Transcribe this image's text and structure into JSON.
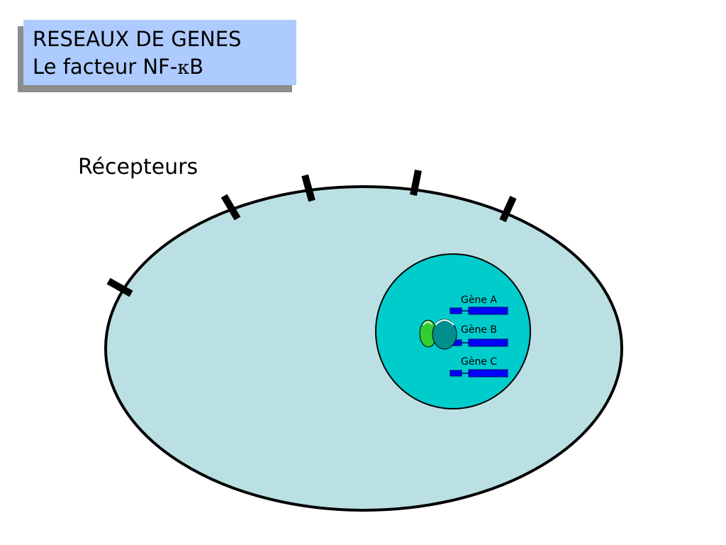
{
  "title": {
    "line1": "RESEAUX DE GENES",
    "line2_prefix": "Le facteur NF-",
    "line2_symbol": "κ",
    "line2_suffix": "B"
  },
  "receptors_label": "Récepteurs",
  "genes": [
    {
      "label": "Gène A"
    },
    {
      "label": "Gène B"
    },
    {
      "label": "Gène C"
    }
  ],
  "colors": {
    "title_box": "#aecbff",
    "title_shadow": "#8c8c8c",
    "cell": "#bbe0e3",
    "nucleus": "#00cccc",
    "gene": "#0000ff",
    "nfkb_subunit_1": "#33cc33",
    "nfkb_subunit_2": "#008f8f",
    "outline": "#000000"
  }
}
